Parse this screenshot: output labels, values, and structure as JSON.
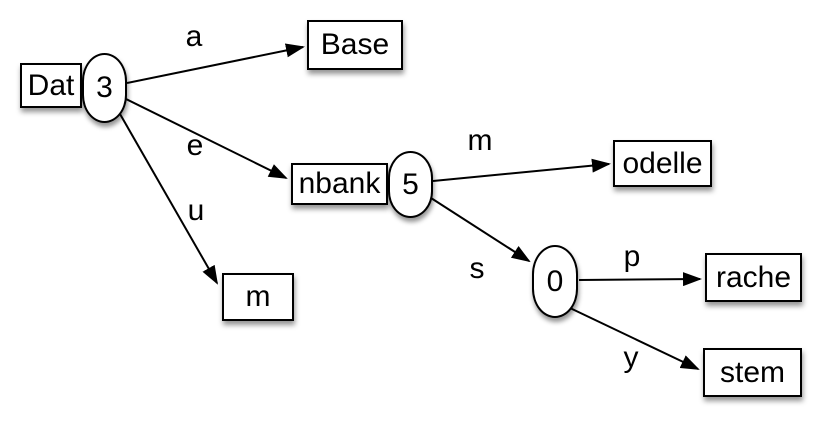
{
  "diagram": {
    "type": "trie-diagram",
    "colors": {
      "background": "#ffffff",
      "stroke": "#000000",
      "node_fill": "#ffffff"
    },
    "nodes": {
      "dat": {
        "label": "Dat",
        "badge": "3"
      },
      "base": {
        "label": "Base"
      },
      "nbank": {
        "label": "nbank",
        "badge": "5"
      },
      "zero": {
        "badge": "0"
      },
      "m": {
        "label": "m"
      },
      "odelle": {
        "label": "odelle"
      },
      "rache": {
        "label": "rache"
      },
      "stem": {
        "label": "stem"
      }
    },
    "edges": {
      "dat_base": {
        "label": "a"
      },
      "dat_nbank": {
        "label": "e"
      },
      "dat_m": {
        "label": "u"
      },
      "nbank_odelle": {
        "label": "m"
      },
      "nbank_zero": {
        "label": "s"
      },
      "zero_rache": {
        "label": "p"
      },
      "zero_stem": {
        "label": "y"
      }
    }
  }
}
